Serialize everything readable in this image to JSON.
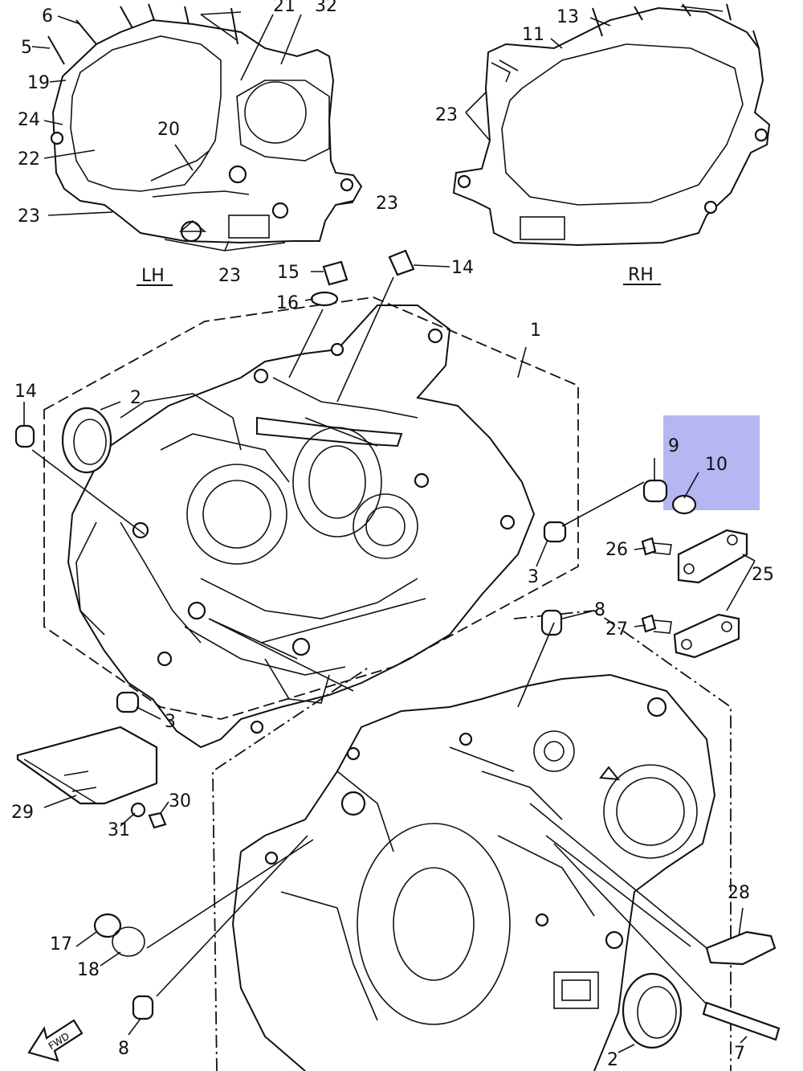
{
  "view_labels": {
    "left_half": "LH",
    "right_half": "RH"
  },
  "callouts": {
    "c1": "1",
    "c2a": "2",
    "c2b": "2",
    "c3a": "3",
    "c3b": "3",
    "c5": "5",
    "c6": "6",
    "c7": "7",
    "c8a": "8",
    "c8b": "8",
    "c9": "9",
    "c10": "10",
    "c11": "11",
    "c13": "13",
    "c14a": "14",
    "c14b": "14",
    "c15": "15",
    "c16": "16",
    "c17": "17",
    "c18": "18",
    "c19": "19",
    "c20": "20",
    "c21": "21",
    "c22": "22",
    "c23a": "23",
    "c23b": "23",
    "c23c": "23",
    "c23d": "23",
    "c24": "24",
    "c25": "25",
    "c26": "26",
    "c27": "27",
    "c28": "28",
    "c29": "29",
    "c30": "30",
    "c31": "31",
    "c32": "32"
  },
  "arrow_text": "FWD",
  "highlight_color": "#a9a9f0"
}
